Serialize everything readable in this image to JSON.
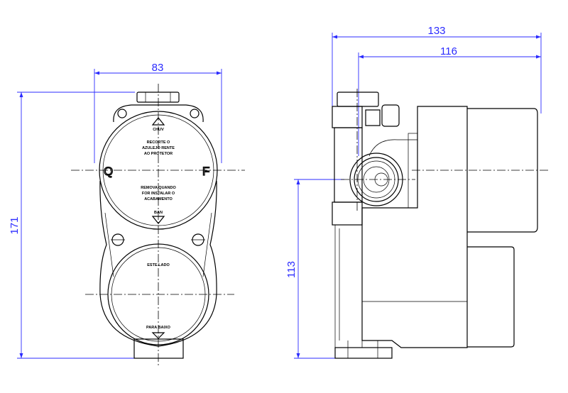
{
  "dimensions": {
    "front_width": "83",
    "front_height": "171",
    "side_depth_total": "133",
    "side_depth_partial": "116",
    "side_center_height": "113"
  },
  "front_labels": {
    "hot": "Q",
    "cold": "F",
    "top_arrow": "CHUV",
    "notice_1": [
      "RECORTE O",
      "AZULEJO RENTE",
      "AO PROTETOR"
    ],
    "notice_2": [
      "REMOVA QUANDO",
      "FOR INSTALAR O",
      "ACABAMENTO"
    ],
    "bottom_arrow": "BAN",
    "side_1": "ESTE LADO",
    "side_2": "PARA BAIXO"
  },
  "colors": {
    "dimension": "#2b2bff",
    "line": "#000000"
  }
}
